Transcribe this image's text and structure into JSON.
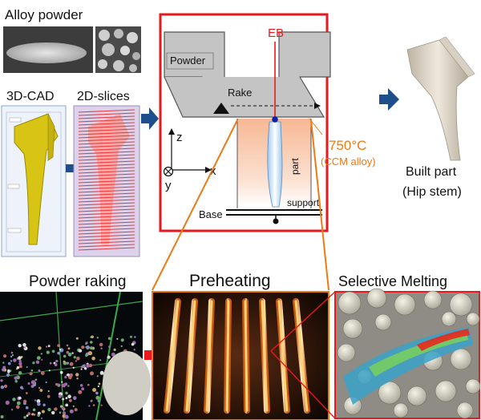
{
  "labels": {
    "alloy_powder": "Alloy powder",
    "cad": "3D-CAD",
    "slices": "2D-slices",
    "built_part": "Built part",
    "hip_stem": "(Hip stem)",
    "powder_raking": "Powder raking",
    "preheating": "Preheating",
    "selective_melting": "Selective Melting"
  },
  "chamber": {
    "eb": "EB",
    "powder": "Powder",
    "rake": "Rake",
    "part": "part",
    "support": "support",
    "base": "Base",
    "temperature": "750°C",
    "alloy": "(CCM alloy)",
    "axis_z": "z",
    "axis_x": "x",
    "axis_y": "y"
  },
  "colors": {
    "chamber_border": "#e8191c",
    "beam": "#e8191c",
    "temperature": "#ee7a12",
    "arrow": "#1f4e8c",
    "hopper": "#c4c4c4",
    "cad_part": "#d8c414",
    "slice_lines": "#e83a3a"
  }
}
